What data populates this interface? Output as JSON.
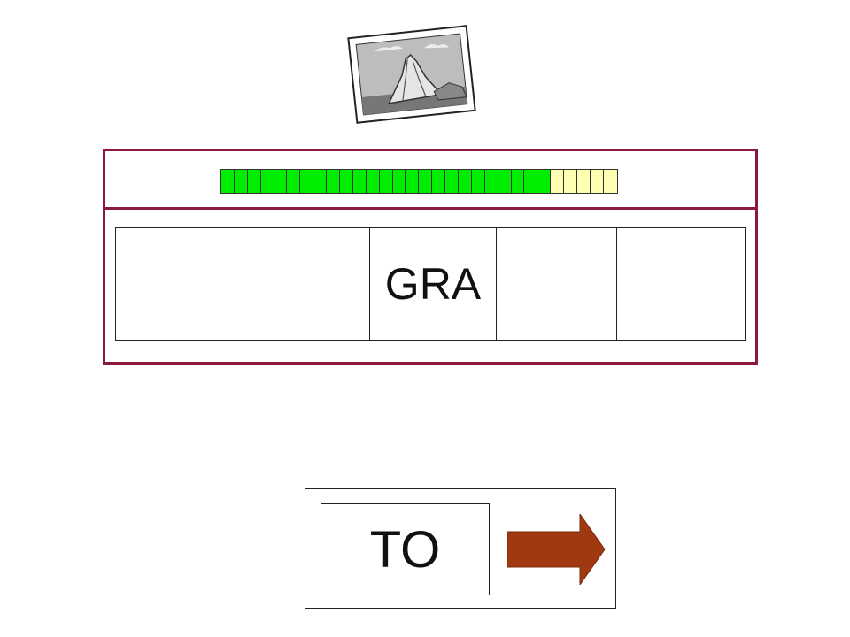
{
  "picture": {
    "icon": "mountain-photo-icon"
  },
  "progress": {
    "done": 25,
    "total": 30,
    "done_color": "#00ee00",
    "todo_color": "#ffffb4"
  },
  "slots": [
    "",
    "",
    "GRA",
    "",
    ""
  ],
  "answer": {
    "tile": "TO",
    "arrow_icon": "right-arrow-icon",
    "arrow_color": "#a0390f"
  },
  "frame_color": "#8b1a3a"
}
